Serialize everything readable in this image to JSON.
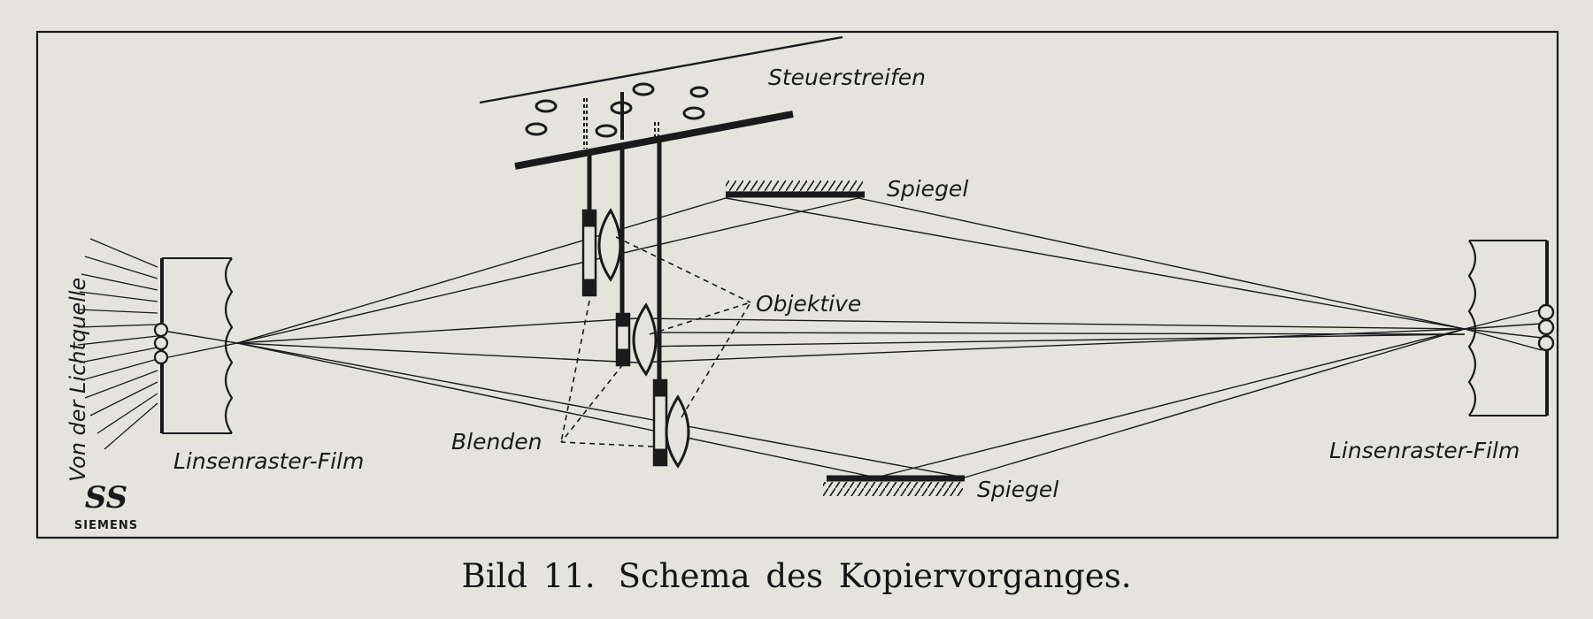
{
  "figure": {
    "caption_number": "Bild 11.",
    "caption_title": "Schema des Kopiervorganges."
  },
  "labels": {
    "control_strip": "Steuerstreifen",
    "mirror_top": "Spiegel",
    "mirror_bottom": "Spiegel",
    "objectives": "Objektive",
    "apertures": "Blenden",
    "light_source": "Von der Lichtquelle",
    "film_left": "Linsenraster-Film",
    "film_right": "Linsenraster-Film"
  },
  "logo": {
    "mark": "SS",
    "text": "SIEMENS"
  },
  "colors": {
    "ink": "#1a1a1a",
    "paper": "#e4e4dc"
  }
}
